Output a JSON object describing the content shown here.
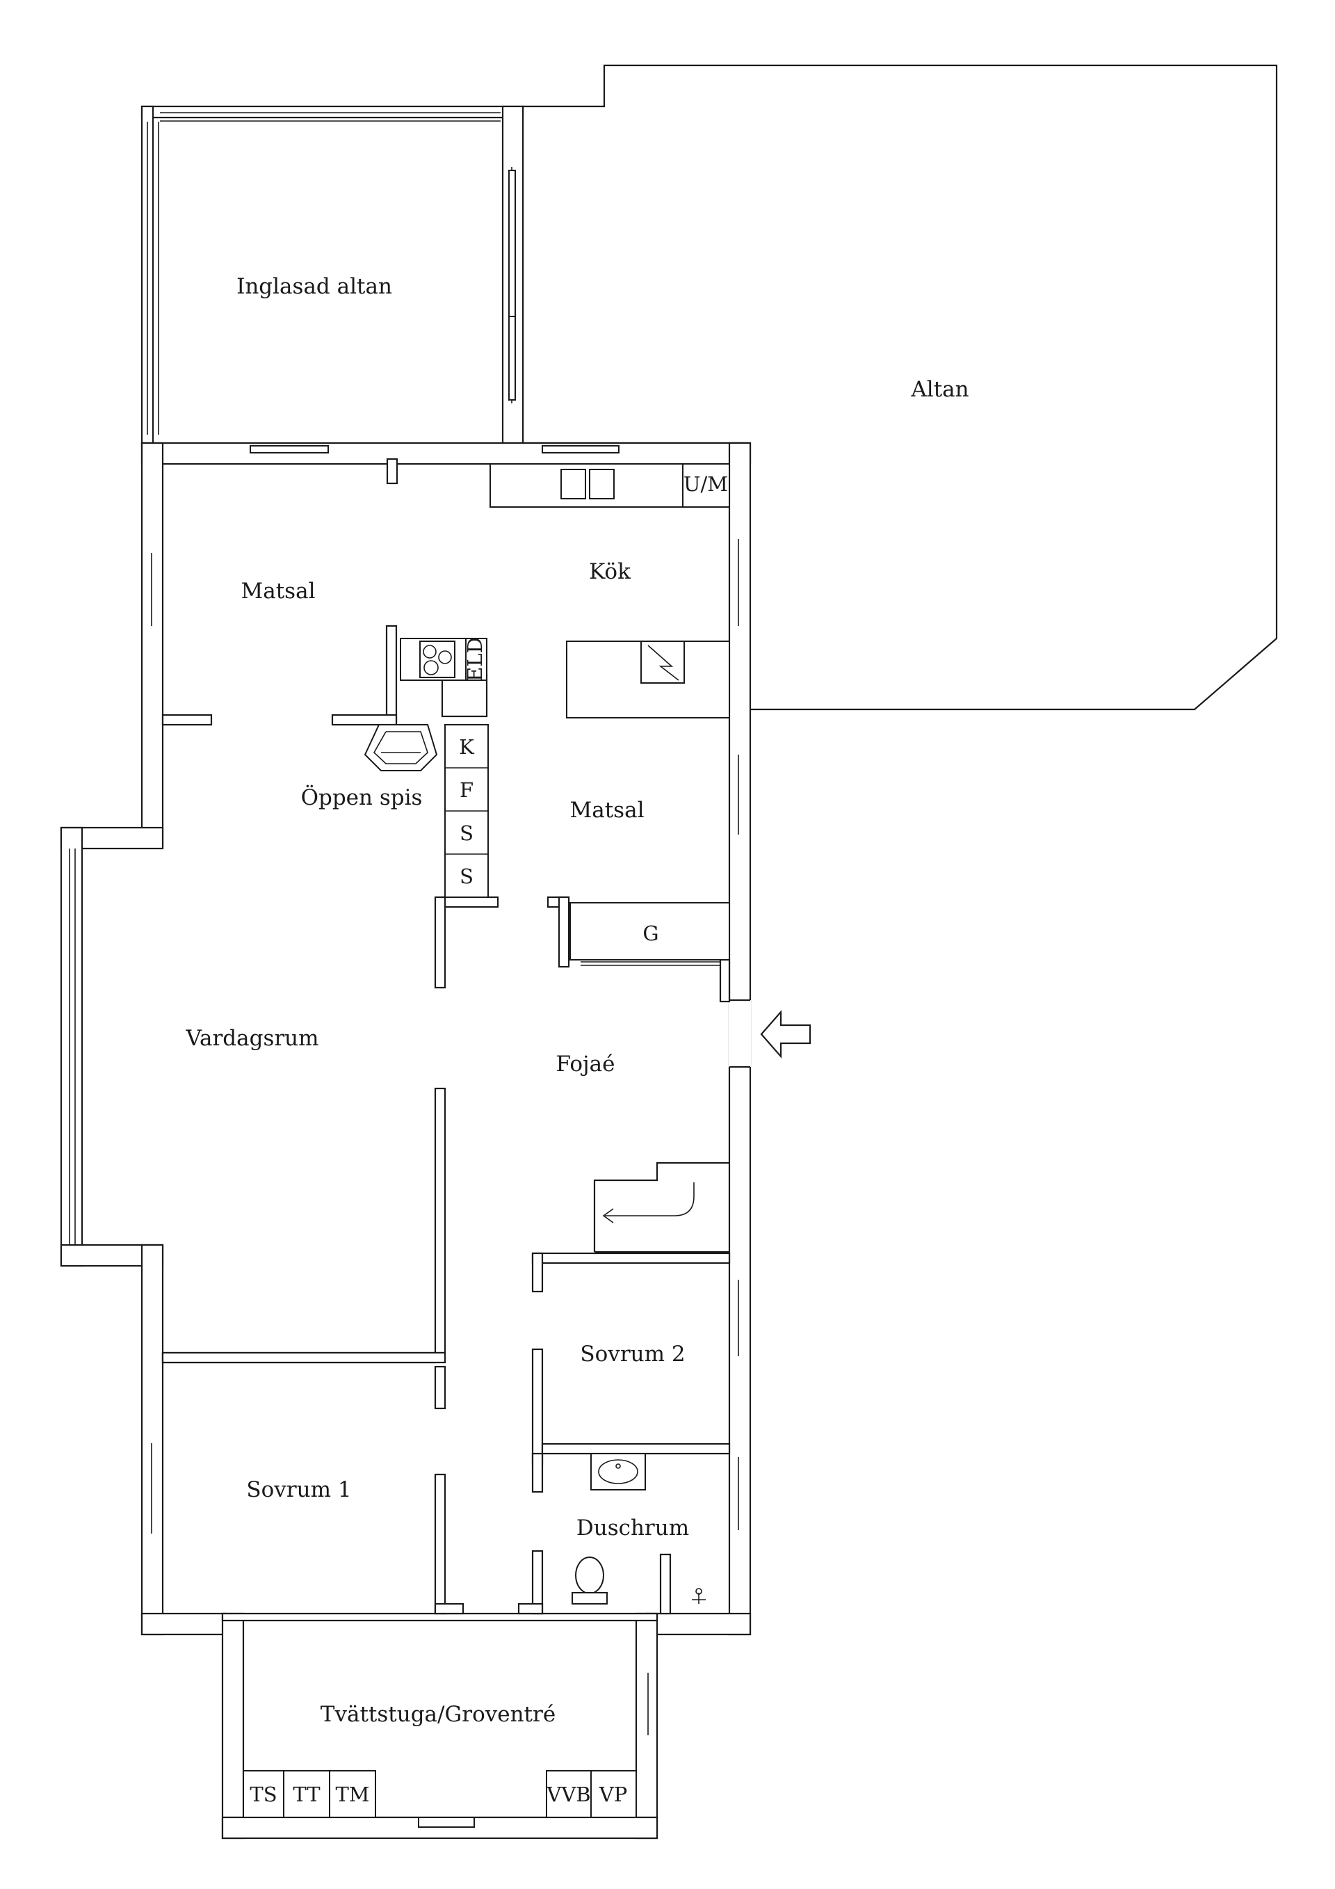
{
  "rooms": {
    "inglasad_altan": "Inglasad altan",
    "altan": "Altan",
    "matsal_1": "Matsal",
    "kok": "Kök",
    "oppen_spis": "Öppen spis",
    "matsal_2": "Matsal",
    "vardagsrum": "Vardagsrum",
    "fojae": "Fojaé",
    "sovrum_2": "Sovrum 2",
    "sovrum_1": "Sovrum 1",
    "duschrum": "Duschrum",
    "tvattstuga": "Tvättstuga/Groventré"
  },
  "fixtures": {
    "um": "U/M",
    "eld": "ELD",
    "k": "K",
    "f": "F",
    "s1": "S",
    "s2": "S",
    "g": "G",
    "ts": "TS",
    "tt": "TT",
    "tm": "TM",
    "vvb": "VVB",
    "vp": "VP"
  }
}
